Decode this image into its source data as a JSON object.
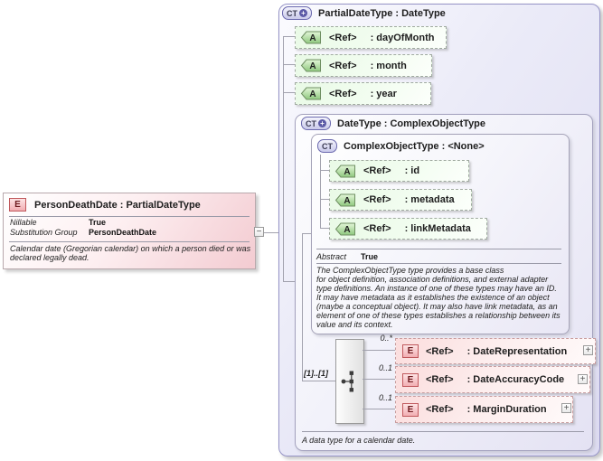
{
  "icons": {
    "element": "E",
    "attribute": "A",
    "complex_type": "CT",
    "expand": "+",
    "collapse": "−"
  },
  "person_death_date": {
    "title": "PersonDeathDate : PartialDateType",
    "properties": [
      {
        "label": "Nillable",
        "value": "True"
      },
      {
        "label": "Substitution Group",
        "value": "PersonDeathDate"
      }
    ],
    "description": "Calendar date (Gregorian calendar) on which a person died or was\ndeclared legally dead."
  },
  "partial_date_type": {
    "title": "PartialDateType : DateType",
    "attributes": [
      {
        "ref": "<Ref>",
        "name": ": dayOfMonth"
      },
      {
        "ref": "<Ref>",
        "name": ": month"
      },
      {
        "ref": "<Ref>",
        "name": ": year"
      }
    ]
  },
  "date_type": {
    "title": "DateType : ComplexObjectType",
    "description": "A data type for a calendar date.",
    "cardinality": "[1]..[1]",
    "elements": [
      {
        "occurs": "0..*",
        "ref": "<Ref>",
        "name": ": DateRepresentation"
      },
      {
        "occurs": "0..1",
        "ref": "<Ref>",
        "name": ": DateAccuracyCode"
      },
      {
        "occurs": "0..1",
        "ref": "<Ref>",
        "name": ": MarginDuration"
      }
    ]
  },
  "complex_object_type": {
    "title": "ComplexObjectType : <None>",
    "attributes": [
      {
        "ref": "<Ref>",
        "name": ": id"
      },
      {
        "ref": "<Ref>",
        "name": ": metadata"
      },
      {
        "ref": "<Ref>",
        "name": ": linkMetadata"
      }
    ],
    "abstract_label": "Abstract",
    "abstract_value": "True",
    "description": "The ComplexObjectType type provides a base class\nfor object definition, association definitions, and external adapter\ntype definitions. An instance of one of these types may have an ID.\nIt may have metadata as it establishes the existence of an object\n(maybe a conceptual object). It may also have link metadata, as an\nelement of one of these types establishes a relationship between its\nvalue and its context."
  }
}
